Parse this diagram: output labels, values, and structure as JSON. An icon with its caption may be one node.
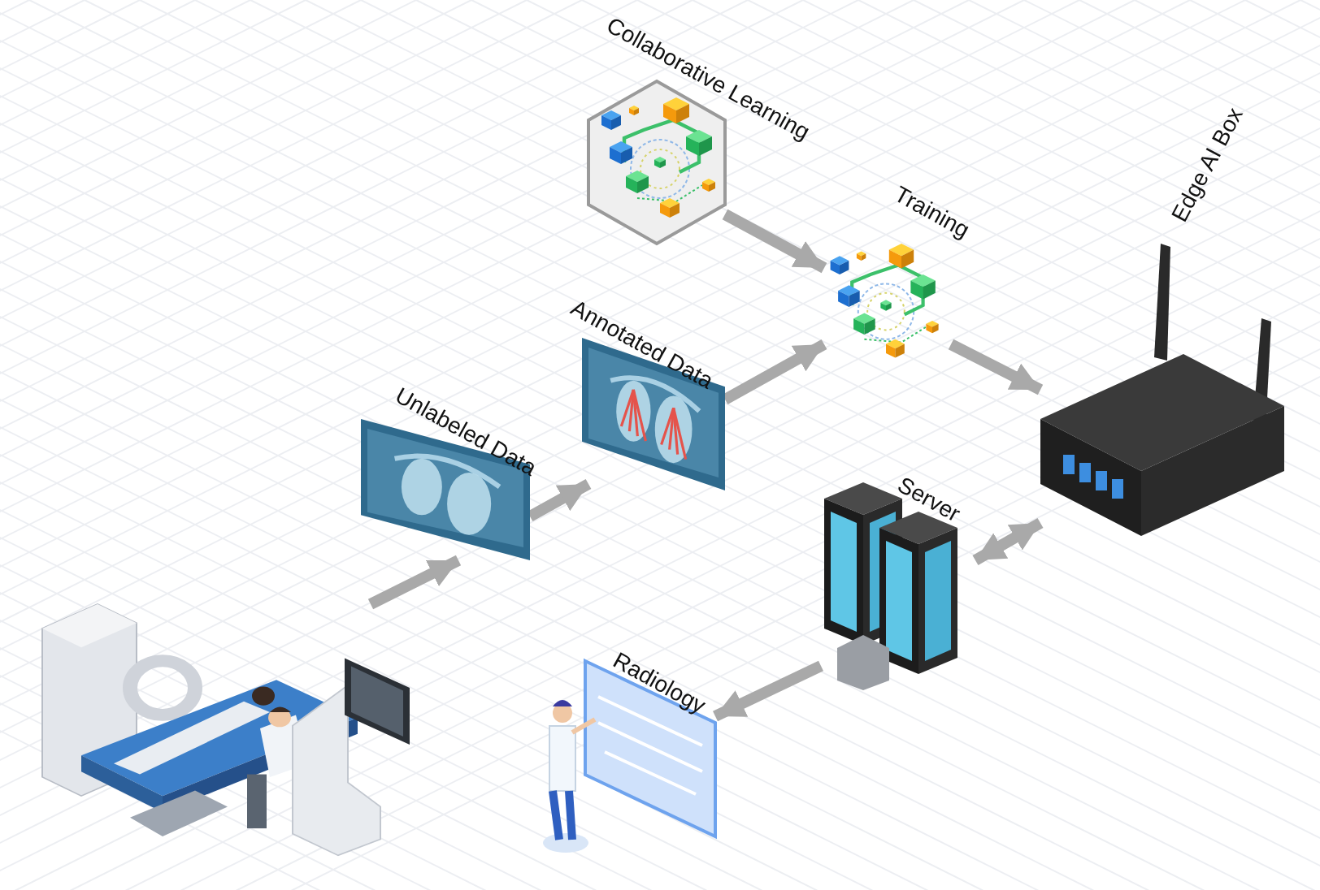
{
  "diagram": {
    "nodes": [
      {
        "text": [],
        "shape": "picture"
      },
      {
        "text": [
          "Unlabeled Data"
        ]
      },
      {
        "text": [
          "Annotated Data"
        ]
      },
      {
        "text": [
          "Collaborative Learning"
        ]
      },
      {
        "text": [
          "Training"
        ]
      },
      {
        "text": [
          "Edge AI Box"
        ]
      },
      {
        "text": [
          "Server"
        ]
      },
      {
        "text": [
          "Radiology"
        ]
      }
    ],
    "edges": [
      {
        "from": 0,
        "to": 1,
        "arrow": "to"
      },
      {
        "from": 1,
        "to": 2,
        "arrow": "to"
      },
      {
        "from": 2,
        "to": 4,
        "arrow": "to"
      },
      {
        "from": 3,
        "to": 4,
        "arrow": "to"
      },
      {
        "from": 4,
        "to": 5,
        "arrow": "to"
      },
      {
        "from": 5,
        "to": 6,
        "arrow": "both"
      },
      {
        "from": 6,
        "to": 7,
        "arrow": "to"
      }
    ]
  }
}
